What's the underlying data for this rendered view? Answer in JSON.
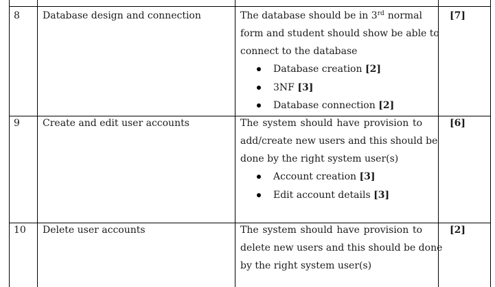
{
  "top_fragment": "",
  "rows": [
    {
      "number": "8",
      "title": "Database design and connection",
      "desc_line1_a": "The database should be in 3",
      "desc_line1_sup": "rd",
      "desc_line1_b": "normal",
      "desc_line2": "form and student should show be able to",
      "desc_line3": "connect to the database",
      "bullets": [
        {
          "text": "Database creation",
          "mark": "[2]"
        },
        {
          "text": "3NF",
          "mark": "[3]"
        },
        {
          "text": "Database connection",
          "mark": "[2]"
        }
      ],
      "marks": "[7]"
    },
    {
      "number": "9",
      "title": "Create and edit user accounts",
      "desc_line1_words": [
        "The",
        "system",
        "should",
        "have",
        "provision",
        "to"
      ],
      "desc_line2": "add/create new users and this should be",
      "desc_line3": "done by the right system user(s)",
      "bullets": [
        {
          "text": "Account creation",
          "mark": "[3]"
        },
        {
          "text": "Edit account details",
          "mark": "[3]"
        }
      ],
      "marks": "[6]"
    },
    {
      "number": "10",
      "title": "Delete user accounts",
      "desc_line1_words": [
        "The",
        "system",
        "should",
        "have",
        "provision",
        "to"
      ],
      "desc_line2": "delete new users and this should be done",
      "desc_line3": "by the right system user(s)",
      "marks": "[2]"
    }
  ]
}
